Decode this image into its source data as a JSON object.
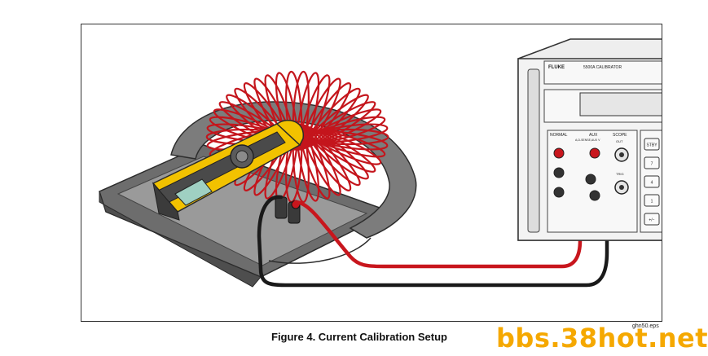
{
  "figure": {
    "caption": "Figure 4. Current Calibration Setup",
    "file_label": "ghn50.eps",
    "watermark": "bbs.38hot.net"
  },
  "calibrator": {
    "brand": "FLUKE",
    "model": "5500A CALIBRATOR",
    "terminals": {
      "normal": "NORMAL",
      "aux": "AUX",
      "aux_sub": "A,Ω-SENSE,AUX V",
      "scope": "SCOPE",
      "out": "OUT",
      "trig": "TRIG"
    },
    "keys": [
      "STBY",
      "7",
      "4",
      "1",
      "+/−"
    ]
  },
  "colors": {
    "coil": "#c4151c",
    "clamp_body": "#f2c200",
    "lead_red": "#c8161d",
    "lead_black": "#1a1a1a",
    "tray": "#8a8a8a",
    "watermark": "#f5a800"
  }
}
